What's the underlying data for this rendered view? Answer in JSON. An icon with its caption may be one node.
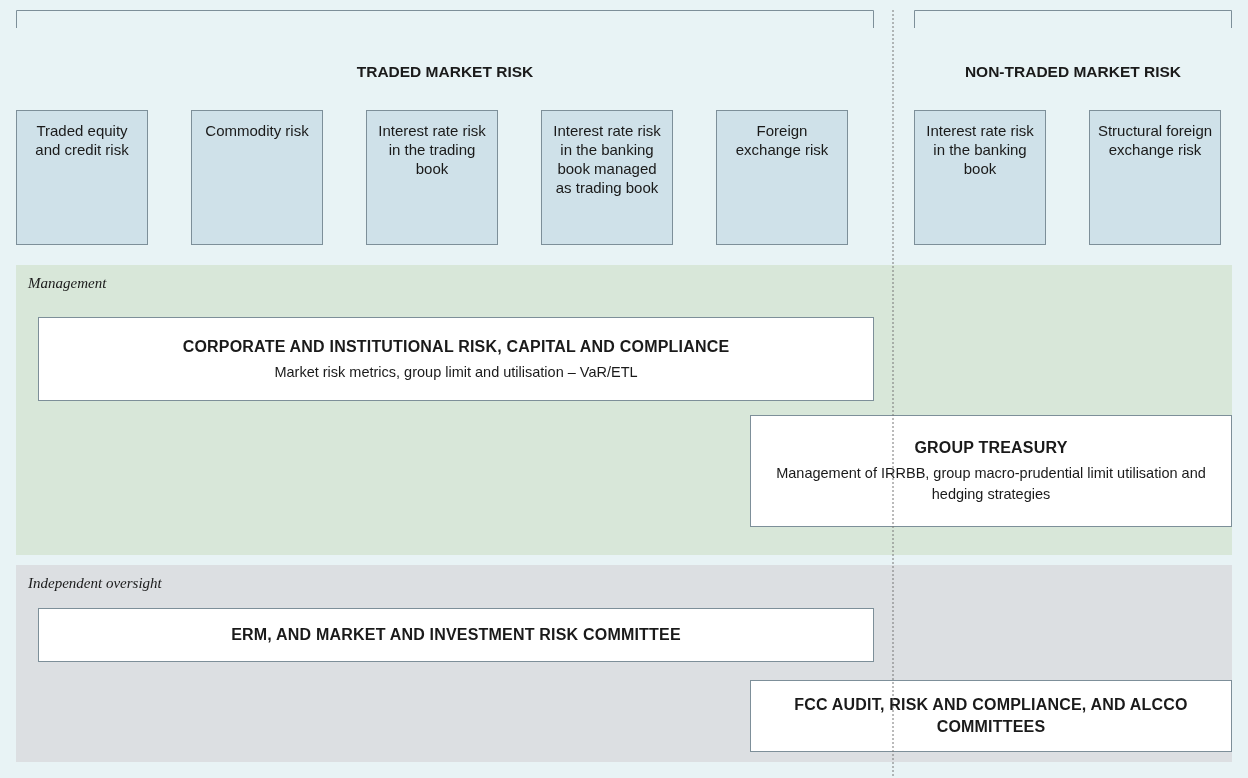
{
  "diagram": {
    "nodes": [
      {
        "text": [
          "Traded equity and credit risk"
        ]
      },
      {
        "text": [
          "Commodity risk"
        ]
      },
      {
        "text": [
          "Interest rate risk in the trading book"
        ]
      },
      {
        "text": [
          "Interest rate risk in the banking book managed as trading book"
        ]
      },
      {
        "text": [
          "Foreign exchange risk"
        ]
      },
      {
        "text": [
          "Interest rate risk in the banking book"
        ]
      },
      {
        "text": [
          "Structural foreign exchange risk"
        ]
      },
      {
        "text": [
          "Management"
        ]
      },
      {
        "text": [
          "CORPORATE AND INSTITUTIONAL RISK, CAPITAL AND COMPLIANCE",
          "Market risk metrics, group limit and utilisation – VaR/ETL"
        ],
        "in": 7
      },
      {
        "text": [
          "GROUP TREASURY",
          "Management of IRRBB, group macro-prudential limit utilisation and hedging strategies"
        ],
        "in": 7
      },
      {
        "text": [
          "Independent oversight"
        ]
      },
      {
        "text": [
          "ERM, AND MARKET AND INVESTMENT RISK COMMITTEE"
        ],
        "in": 10
      },
      {
        "text": [
          "FCC AUDIT, RISK AND COMPLIANCE, AND ALCCO COMMITTEES"
        ],
        "in": 10
      }
    ],
    "labels": [
      "TRADED MARKET RISK",
      "NON-TRADED MARKET RISK"
    ]
  }
}
